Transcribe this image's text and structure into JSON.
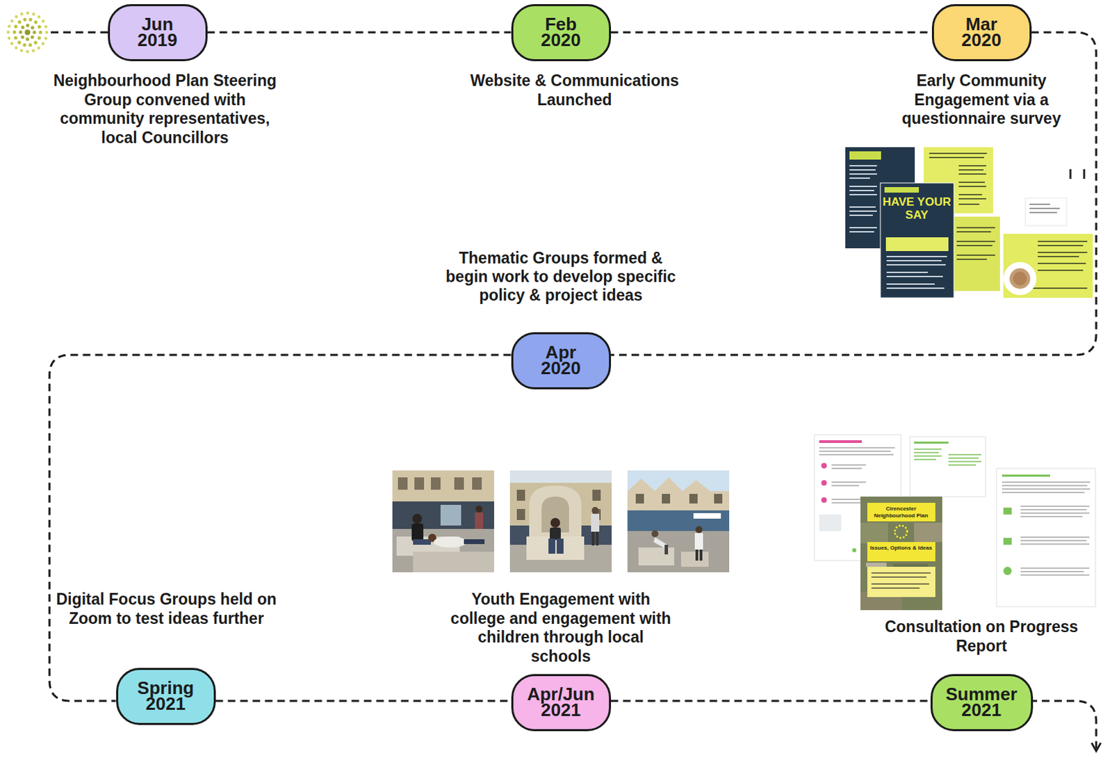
{
  "diagram": {
    "nodes": [
      {
        "text": [
          "Jun 2019"
        ]
      },
      {
        "text": [
          "Feb 2020"
        ]
      },
      {
        "text": [
          "Mar 2020"
        ]
      },
      {
        "text": [
          "Apr 2020"
        ]
      },
      {
        "text": [
          "Spring 2021"
        ]
      },
      {
        "text": [
          "Apr/Jun 2021"
        ]
      },
      {
        "text": [
          "Summer 2021"
        ]
      }
    ],
    "edges": [
      {
        "from": 0,
        "to": 1,
        "arrow": "none"
      },
      {
        "from": 1,
        "to": 2,
        "arrow": "none"
      },
      {
        "from": 2,
        "to": 3,
        "arrow": "none"
      },
      {
        "from": 3,
        "to": 4,
        "arrow": "none"
      },
      {
        "from": 4,
        "to": 5,
        "arrow": "none"
      },
      {
        "from": 5,
        "to": 6,
        "arrow": "none"
      }
    ],
    "labels": [
      "Neighbourhood Plan Steering Group convened with community representatives, local Councillors",
      "Website & Communications Launched",
      "Early Community Engagement via a questionnaire survey",
      "HAVE YOUR SAY",
      "Thematic Groups formed & begin work to develop specific policy & project ideas",
      "Cirencester Neighbourhood Plan",
      "Issues, Options & Ideas",
      "Digital Focus Groups held on Zoom to test ideas further",
      "Youth Engagement with college and engagement with children through local schools",
      "Consultation on Progress Report"
    ]
  }
}
